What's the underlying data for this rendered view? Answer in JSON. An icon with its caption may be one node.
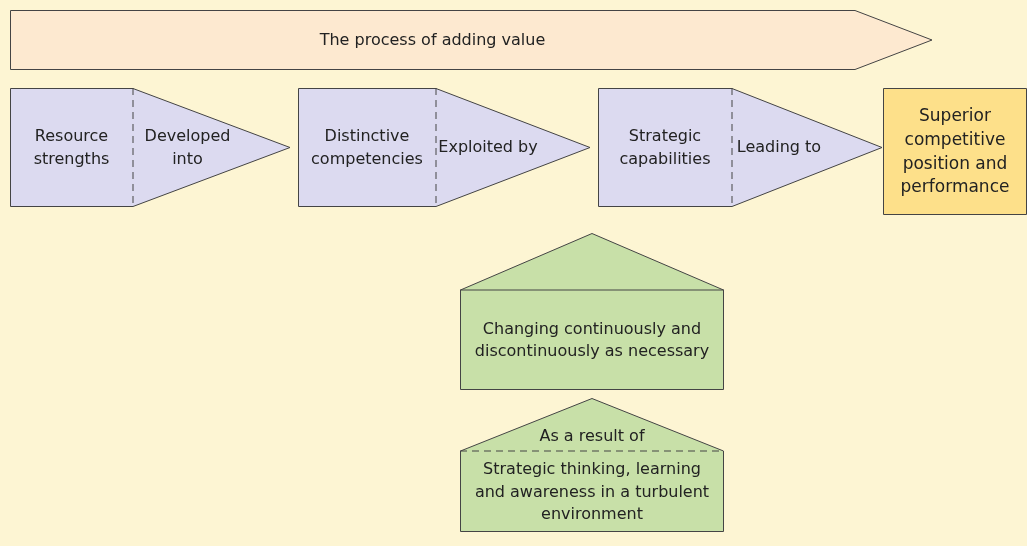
{
  "diagram": {
    "nodes": [
      {
        "text": [
          "The process of adding value"
        ]
      },
      {
        "text": [
          "Resource strengths",
          "Developed into"
        ]
      },
      {
        "text": [
          "Distinctive competencies",
          "Exploited by"
        ]
      },
      {
        "text": [
          "Strategic capabilities",
          "Leading to"
        ]
      },
      {
        "text": [
          "Superior competitive position and performance"
        ]
      },
      {
        "text": [
          "Changing continuously and discontinuously as necessary"
        ]
      },
      {
        "text": [
          "As a result of",
          "Strategic thinking, learning and awareness in a turbulent environment"
        ]
      }
    ]
  }
}
